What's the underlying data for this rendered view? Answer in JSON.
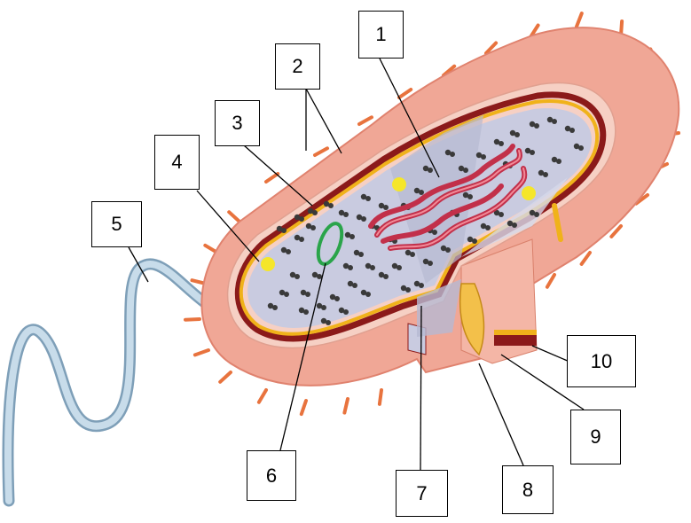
{
  "labels": [
    "1",
    "2",
    "3",
    "4",
    "5",
    "6",
    "7",
    "8",
    "9",
    "10"
  ],
  "colors": {
    "cell_wall_outer": "#f0a796",
    "cell_wall_edge": "#e8917d",
    "pili": "#e8733e",
    "capsule_inner": "#f6d0c4",
    "membrane_red": "#8b1a1a",
    "membrane_yellow": "#f0b21a",
    "cytoplasm": "#c9cbe0",
    "ribosome": "#3a3a3a",
    "nucleoid": "#d9485a",
    "plasmid": "#2aa44a",
    "granule": "#f5e62a",
    "flagellum": "#a7c2d8",
    "leader_line": "#000000"
  }
}
